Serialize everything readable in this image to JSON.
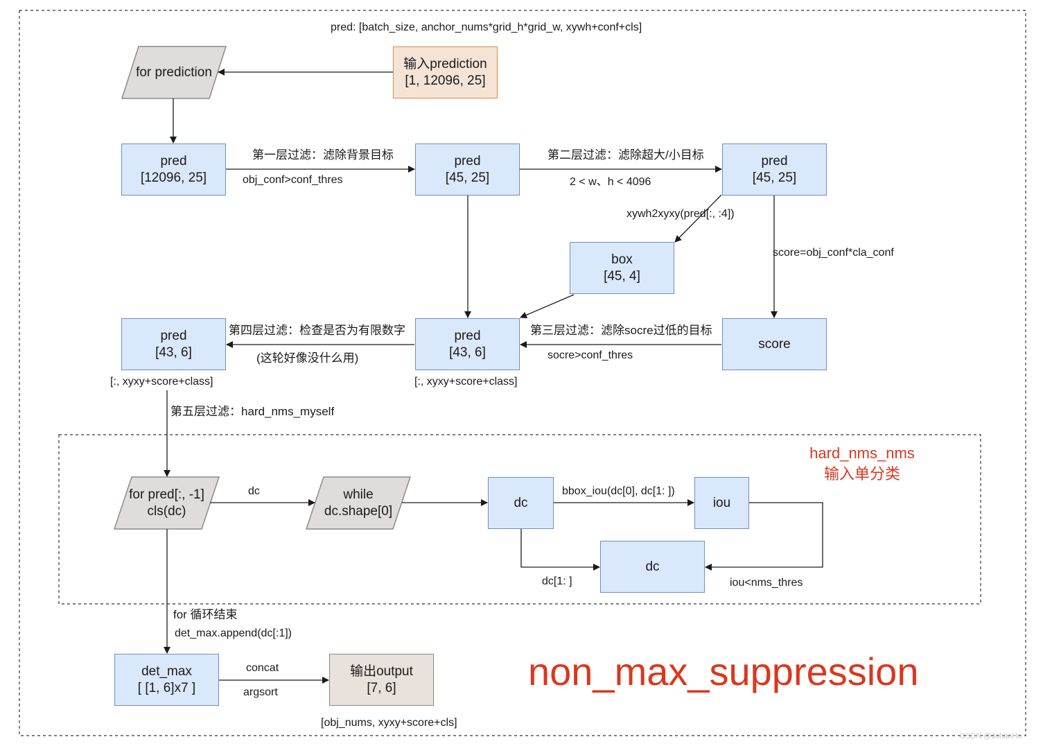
{
  "header": {
    "shape_note": "pred: [batch_size, anchor_nums*grid_h*grid_w, xywh+conf+cls]"
  },
  "nodes": {
    "for_prediction": "for  prediction",
    "input_prediction": [
      "输入prediction",
      "[1, 12096, 25]"
    ],
    "pred1": [
      "pred",
      "[12096, 25]"
    ],
    "pred2": [
      "pred",
      "[45, 25]"
    ],
    "pred3": [
      "pred",
      "[45, 25]"
    ],
    "box": [
      "box",
      "[45, 4]"
    ],
    "score": "score",
    "pred4": [
      "pred",
      "[43, 6]"
    ],
    "pred5": [
      "pred",
      "[43, 6]"
    ],
    "for_cls": [
      "for pred[:, -1]",
      "cls(dc)"
    ],
    "while_loop": [
      "while",
      "dc.shape[0]"
    ],
    "dc1": "dc",
    "iou": "iou",
    "dc2": "dc",
    "det_max": [
      "det_max",
      "[ [1, 6]x7 ]"
    ],
    "output": [
      "输出output",
      "[7, 6]"
    ]
  },
  "edge_labels": {
    "filter1_top": "第一层过滤：滤除背景目标",
    "filter1_bottom": "obj_conf>conf_thres",
    "filter2_top": "第二层过滤：滤除超大/小目标",
    "filter2_bottom": "2 < w、h < 4096",
    "xywh2xyxy": "xywh2xyxy(pred[:, :4])",
    "score_calc": "score=obj_conf*cla_conf",
    "filter3_top": "第三层过滤：滤除socre过低的目标",
    "filter3_bottom": "socre>conf_thres",
    "filter4_top": "第四层过滤：检查是否为有限数字",
    "filter4_bottom": "(这轮好像没什么用)",
    "pred4_shape": "[:, xyxy+score+class]",
    "pred5_shape": "[:, xyxy+score+class]",
    "filter5": "第五层过滤：hard_nms_myself",
    "dc_edge": "dc",
    "bbox_iou": "bbox_iou(dc[0], dc[1: ])",
    "dc_slice": "dc[1: ]",
    "iou_thres": "iou<nms_thres",
    "for_end": "for 循环结束",
    "append": "det_max.append(dc[:1])",
    "concat": "concat",
    "argsort": "argsort",
    "output_shape": "[obj_nums, xyxy+score+cls]"
  },
  "group": {
    "title_line1": "hard_nms_nms",
    "title_line2": "输入单分类"
  },
  "title": "non_max_suppression",
  "watermark": "CSDN @JohanHo",
  "colors": {
    "node_fill": "#dae8fc",
    "node_stroke": "#6c8ebf",
    "input_fill": "#f5e3d6",
    "input_stroke": "#e08a45",
    "para_fill": "#e0dcdc",
    "accent_red": "#d9381e"
  }
}
